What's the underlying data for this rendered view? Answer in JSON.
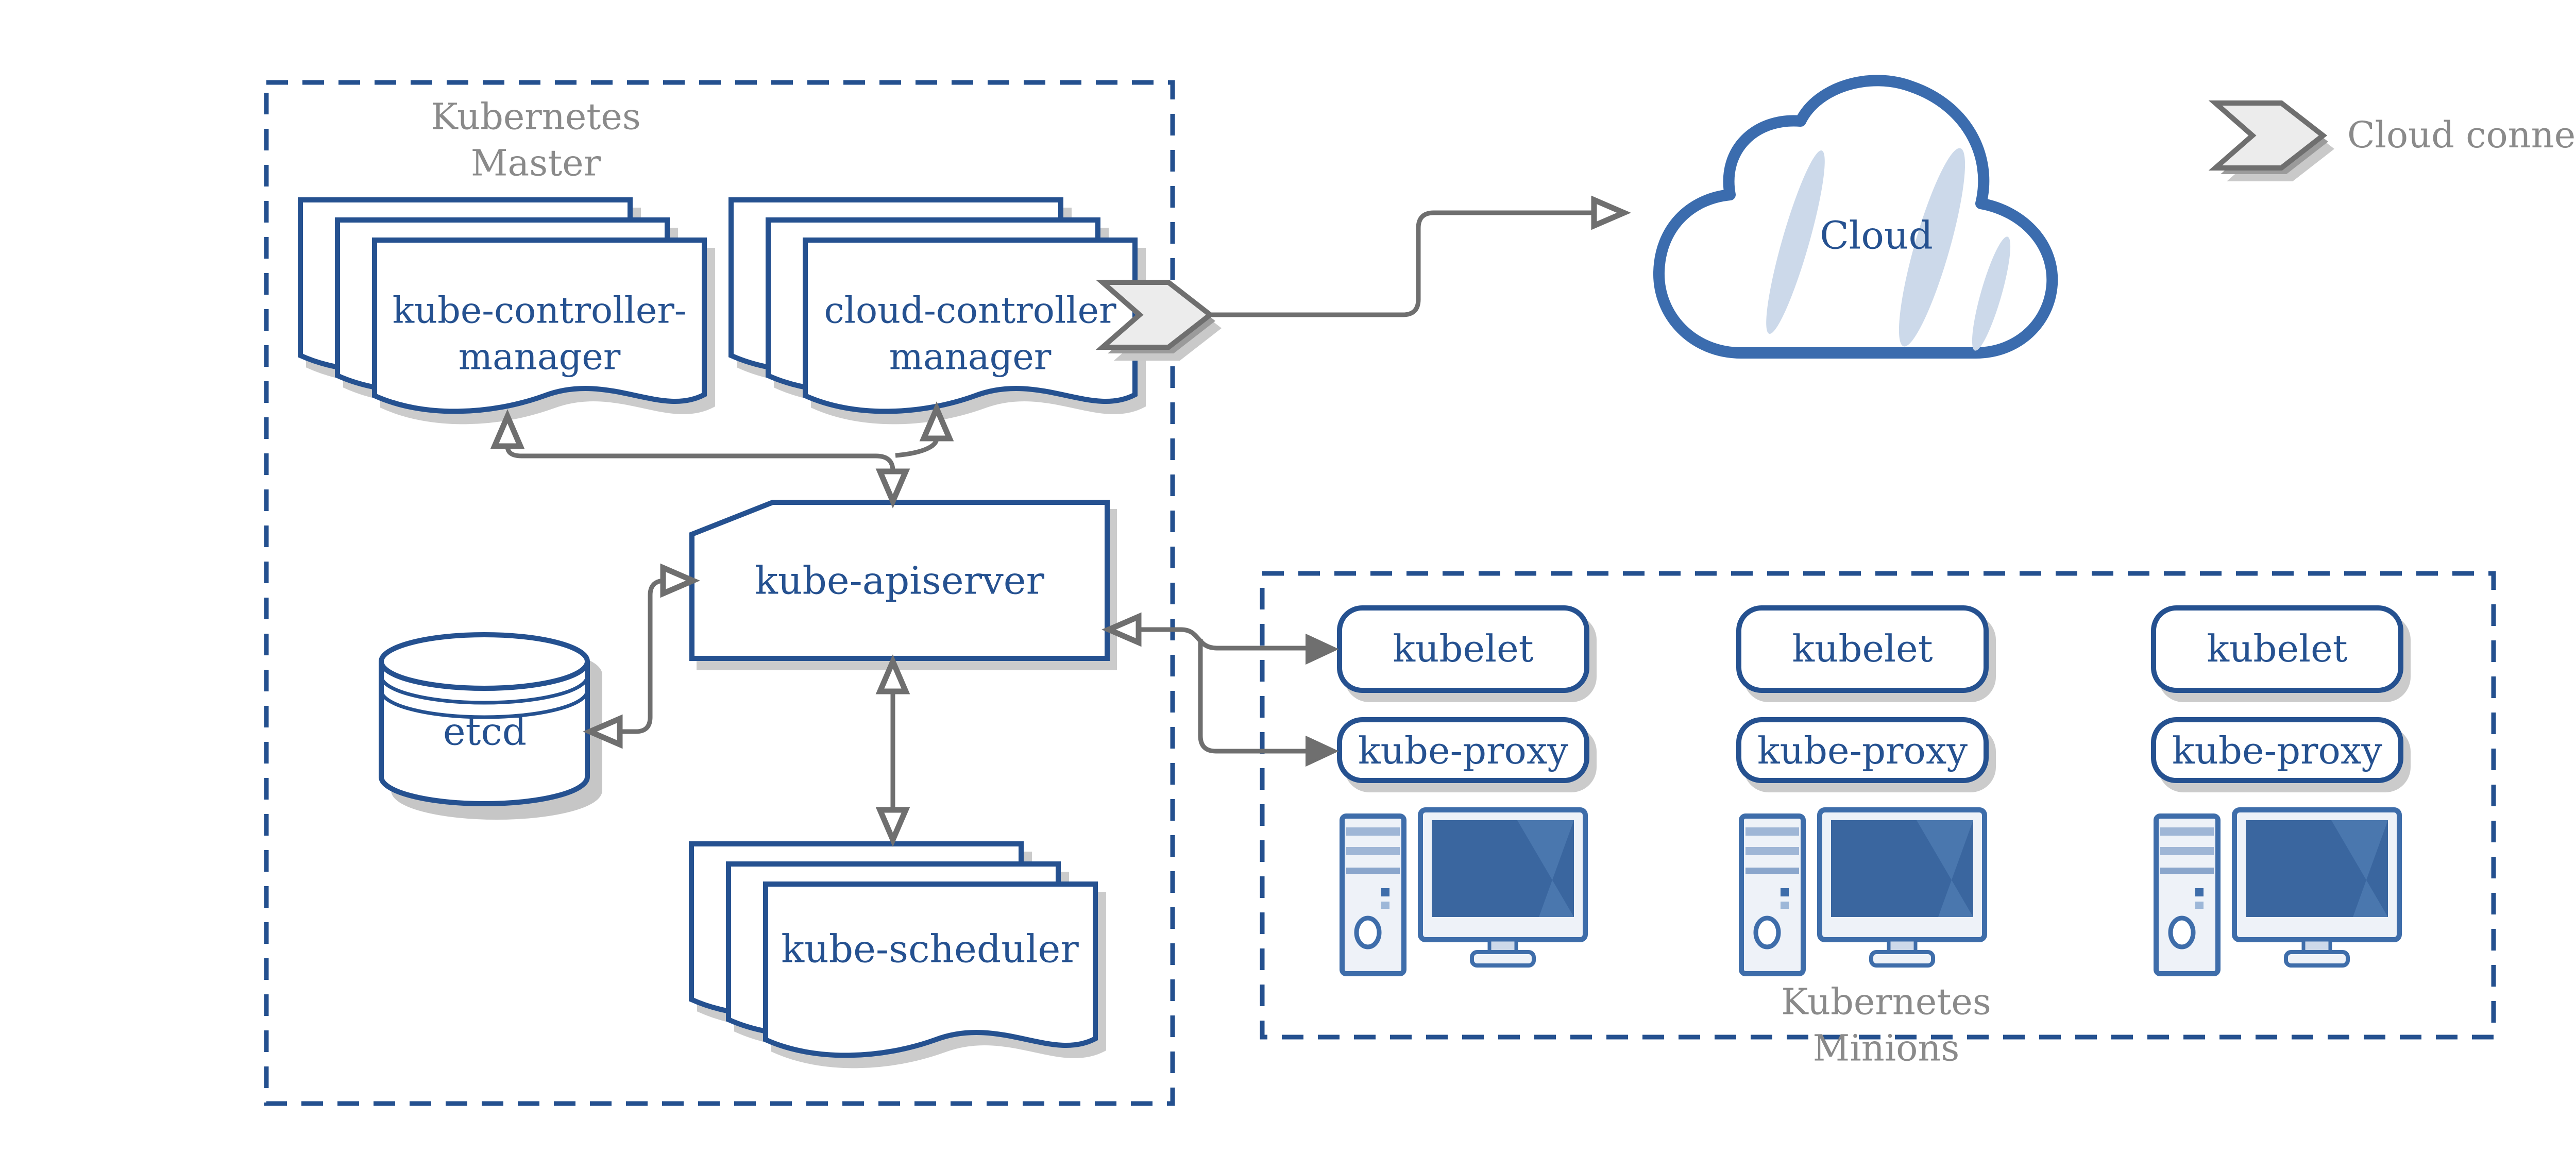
{
  "master": {
    "title_line1": "Kubernetes",
    "title_line2": "Master",
    "kube_controller_manager": {
      "line1": "kube-controller-",
      "line2": "manager"
    },
    "cloud_controller_manager": {
      "line1": "cloud-controller",
      "line2": "manager"
    },
    "kube_apiserver": {
      "label": "kube-apiserver"
    },
    "etcd": {
      "label": "etcd"
    },
    "kube_scheduler": {
      "label": "kube-scheduler"
    }
  },
  "cloud": {
    "label": "Cloud"
  },
  "legend": {
    "label": "Cloud connector",
    "icon": "cloud-connector-chevron-icon"
  },
  "minions": {
    "title_line1": "Kubernetes",
    "title_line2": "Minions",
    "nodes": [
      {
        "kubelet": "kubelet",
        "kube_proxy": "kube-proxy",
        "icon": "workstation-icon"
      },
      {
        "kubelet": "kubelet",
        "kube_proxy": "kube-proxy",
        "icon": "workstation-icon"
      },
      {
        "kubelet": "kubelet",
        "kube_proxy": "kube-proxy",
        "icon": "workstation-icon"
      }
    ]
  },
  "colors": {
    "navy": "#255190",
    "cloud_blue": "#3b6cae",
    "light_blue_slash": "#ccd9ea",
    "arrow_gray": "#6f6f6f",
    "text_gray": "#8a8a8a",
    "screen_blue": "#3a669f"
  }
}
